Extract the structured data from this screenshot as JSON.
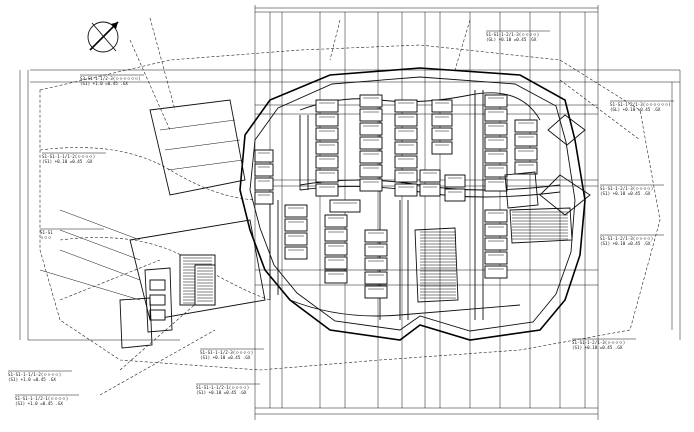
{
  "drawing": {
    "north_symbol": "north-arrow-icon",
    "colors": {
      "line": "#111111",
      "background": "#ffffff"
    },
    "annotations": [
      {
        "id": "top-right-1",
        "lines": [
          "S1-S1-1-2/1-3(ㅇㅇㅇㅇㅇㅇ)",
          "(GL) +0.10 =0.45 .GX"
        ]
      },
      {
        "id": "top-mid-1",
        "lines": [
          "S1-S1-1-2/1-3(ㅇㅇㅇㅇ)",
          "(GL) +0.10 =0.45 .GX"
        ]
      },
      {
        "id": "top-left-1",
        "lines": [
          "S3-S1-1-1/2-3(ㅇㅇㅇㅇㅇㅇ)",
          "(S1) +1.0 =0.45 .GX"
        ]
      },
      {
        "id": "left-1",
        "lines": [
          "S1-S1-1-1/1-2(ㅇㅇㅇㅇ)",
          "(S1) +0.10 =0.45 .GX"
        ]
      },
      {
        "id": "right-1",
        "lines": [
          "S1-S1-1-2/1-3(ㅇㅇㅇㅇ)",
          "(S1) +0.10 =0.45 .GX"
        ]
      },
      {
        "id": "right-2",
        "lines": [
          "S1-S1-1-2/1-3(ㅇㅇㅇㅇ)",
          "(S1) +0.10 =0.45 .GX"
        ]
      },
      {
        "id": "left-2",
        "lines": [
          "S1-S1",
          "ㅇㅇㅇ"
        ]
      },
      {
        "id": "bottom-left-1",
        "lines": [
          "S1-S1-1-1/1-2(ㅇㅇㅇㅇ)",
          "(S1) +1.0 =0.45 .GX"
        ]
      },
      {
        "id": "bottom-left-2",
        "lines": [
          "S1-S1-1-1/2-1(ㅇㅇㅇㅇ)",
          "(S1) +1.0 =0.45 .GX"
        ]
      },
      {
        "id": "bottom-mid-1",
        "lines": [
          "S1-S1-1-1/2-3(ㅇㅇㅇㅇ)",
          "(S1) +0.10 =0.45 .GX"
        ]
      },
      {
        "id": "bottom-mid-2",
        "lines": [
          "S1-S1-1-1/2-1(ㅇㅇㅇㅇ)",
          "(S1) +0.10 =0.45 .GX"
        ]
      },
      {
        "id": "bottom-right-1",
        "lines": [
          "S1-S1-1-2/1-3(ㅇㅇㅇㅇ)",
          "(S1) +0.10 =0.45 .GX"
        ]
      }
    ]
  }
}
